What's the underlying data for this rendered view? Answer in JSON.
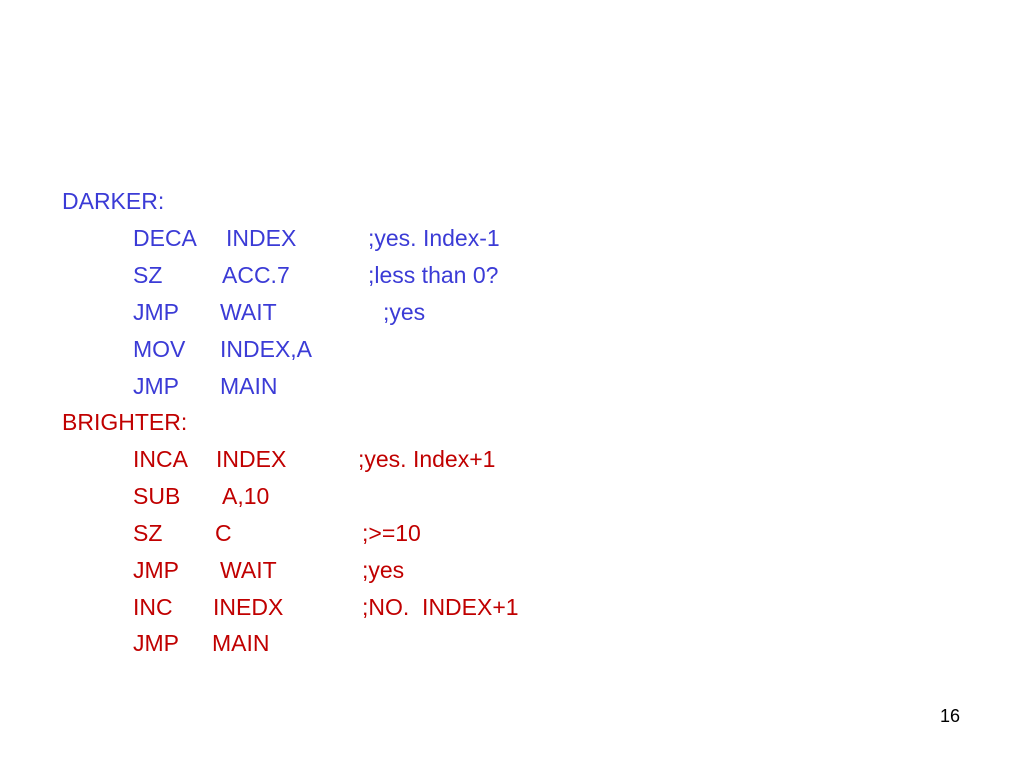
{
  "slide": {
    "page_number": "16",
    "colors": {
      "darker_section": "#3b3bd6",
      "brighter_section": "#c00000"
    },
    "darker": {
      "label": "DARKER:",
      "lines": [
        {
          "op": "DECA",
          "arg": "INDEX",
          "comment": ";yes. Index-1"
        },
        {
          "op": "SZ",
          "arg": "ACC.7",
          "comment": ";less than 0?"
        },
        {
          "op": "JMP",
          "arg": "WAIT",
          "comment": ";yes"
        },
        {
          "op": "MOV",
          "arg": "INDEX,A",
          "comment": ""
        },
        {
          "op": "JMP",
          "arg": "MAIN",
          "comment": ""
        }
      ]
    },
    "brighter": {
      "label": "BRIGHTER:",
      "lines": [
        {
          "op": "INCA",
          "arg": "INDEX",
          "comment": ";yes. Index+1"
        },
        {
          "op": "SUB",
          "arg": "A,10",
          "comment": ""
        },
        {
          "op": "SZ",
          "arg": "C",
          "comment": ";>=10"
        },
        {
          "op": "JMP",
          "arg": "WAIT",
          "comment": ";yes"
        },
        {
          "op": "INC",
          "arg": "INEDX",
          "comment": ";NO.  INDEX+1"
        },
        {
          "op": "JMP",
          "arg": "MAIN",
          "comment": ""
        }
      ]
    }
  }
}
